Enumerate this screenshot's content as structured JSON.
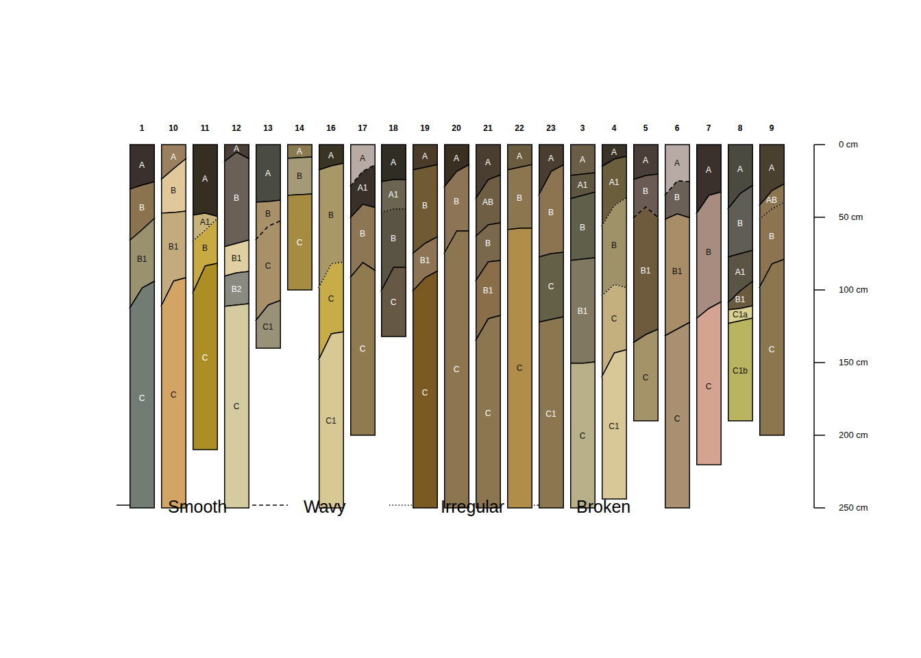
{
  "diagram": {
    "nodes": [
      {
        "text": [
          "1"
        ]
      },
      {
        "text": [
          "A"
        ],
        "in": 0
      },
      {
        "text": [
          "B"
        ],
        "in": 0
      },
      {
        "text": [
          "B1"
        ],
        "in": 0
      },
      {
        "text": [
          "C"
        ],
        "in": 0
      },
      {
        "text": [
          "10"
        ]
      },
      {
        "text": [
          "A"
        ],
        "in": 5
      },
      {
        "text": [
          "B"
        ],
        "in": 5
      },
      {
        "text": [
          "B1"
        ],
        "in": 5
      },
      {
        "text": [
          "C"
        ],
        "in": 5
      },
      {
        "text": [
          "11"
        ]
      },
      {
        "text": [
          "A"
        ],
        "in": 10
      },
      {
        "text": [
          "A1"
        ],
        "in": 10
      },
      {
        "text": [
          "B"
        ],
        "in": 10
      },
      {
        "text": [
          "C"
        ],
        "in": 10
      },
      {
        "text": [
          "12"
        ]
      },
      {
        "text": [
          "A"
        ],
        "in": 15
      },
      {
        "text": [
          "B"
        ],
        "in": 15
      },
      {
        "text": [
          "B1"
        ],
        "in": 15
      },
      {
        "text": [
          "B2"
        ],
        "in": 15
      },
      {
        "text": [
          "C"
        ],
        "in": 15
      },
      {
        "text": [
          "13"
        ]
      },
      {
        "text": [
          "A"
        ],
        "in": 21
      },
      {
        "text": [
          "B"
        ],
        "in": 21
      },
      {
        "text": [
          "C"
        ],
        "in": 21
      },
      {
        "text": [
          "C1"
        ],
        "in": 21
      },
      {
        "text": [
          "14"
        ]
      },
      {
        "text": [
          "A"
        ],
        "in": 26
      },
      {
        "text": [
          "B"
        ],
        "in": 26
      },
      {
        "text": [
          "C"
        ],
        "in": 26
      },
      {
        "text": [
          "16"
        ]
      },
      {
        "text": [
          "A"
        ],
        "in": 30
      },
      {
        "text": [
          "B"
        ],
        "in": 30
      },
      {
        "text": [
          "C"
        ],
        "in": 30
      },
      {
        "text": [
          "C1"
        ],
        "in": 30
      },
      {
        "text": [
          "17"
        ]
      },
      {
        "text": [
          "A"
        ],
        "in": 35
      },
      {
        "text": [
          "A1"
        ],
        "in": 35
      },
      {
        "text": [
          "B"
        ],
        "in": 35
      },
      {
        "text": [
          "C"
        ],
        "in": 35
      },
      {
        "text": [
          "18"
        ]
      },
      {
        "text": [
          "A"
        ],
        "in": 40
      },
      {
        "text": [
          "A1"
        ],
        "in": 40
      },
      {
        "text": [
          "B"
        ],
        "in": 40
      },
      {
        "text": [
          "C"
        ],
        "in": 40
      },
      {
        "text": [
          "19"
        ]
      },
      {
        "text": [
          "A"
        ],
        "in": 45
      },
      {
        "text": [
          "B"
        ],
        "in": 45
      },
      {
        "text": [
          "B1"
        ],
        "in": 45
      },
      {
        "text": [
          "C"
        ],
        "in": 45
      },
      {
        "text": [
          "20"
        ]
      },
      {
        "text": [
          "A"
        ],
        "in": 50
      },
      {
        "text": [
          "B"
        ],
        "in": 50
      },
      {
        "text": [
          "C"
        ],
        "in": 50
      },
      {
        "text": [
          "21"
        ]
      },
      {
        "text": [
          "A"
        ],
        "in": 54
      },
      {
        "text": [
          "AB"
        ],
        "in": 54
      },
      {
        "text": [
          "B"
        ],
        "in": 54
      },
      {
        "text": [
          "B1"
        ],
        "in": 54
      },
      {
        "text": [
          "C"
        ],
        "in": 54
      },
      {
        "text": [
          "22"
        ]
      },
      {
        "text": [
          "A"
        ],
        "in": 60
      },
      {
        "text": [
          "B"
        ],
        "in": 60
      },
      {
        "text": [
          "C"
        ],
        "in": 60
      },
      {
        "text": [
          "23"
        ]
      },
      {
        "text": [
          "A"
        ],
        "in": 64
      },
      {
        "text": [
          "B"
        ],
        "in": 64
      },
      {
        "text": [
          "C"
        ],
        "in": 64
      },
      {
        "text": [
          "C1"
        ],
        "in": 64
      },
      {
        "text": [
          "3"
        ]
      },
      {
        "text": [
          "A"
        ],
        "in": 69
      },
      {
        "text": [
          "A1"
        ],
        "in": 69
      },
      {
        "text": [
          "B"
        ],
        "in": 69
      },
      {
        "text": [
          "B1"
        ],
        "in": 69
      },
      {
        "text": [
          "C"
        ],
        "in": 69
      },
      {
        "text": [
          "4"
        ]
      },
      {
        "text": [
          "A"
        ],
        "in": 75
      },
      {
        "text": [
          "A1"
        ],
        "in": 75
      },
      {
        "text": [
          "B"
        ],
        "in": 75
      },
      {
        "text": [
          "C"
        ],
        "in": 75
      },
      {
        "text": [
          "C1"
        ],
        "in": 75
      },
      {
        "text": [
          "5"
        ]
      },
      {
        "text": [
          "A"
        ],
        "in": 81
      },
      {
        "text": [
          "B"
        ],
        "in": 81
      },
      {
        "text": [
          "B1"
        ],
        "in": 81
      },
      {
        "text": [
          "C"
        ],
        "in": 81
      },
      {
        "text": [
          "6"
        ]
      },
      {
        "text": [
          "A"
        ],
        "in": 86
      },
      {
        "text": [
          "B"
        ],
        "in": 86
      },
      {
        "text": [
          "B1"
        ],
        "in": 86
      },
      {
        "text": [
          "C"
        ],
        "in": 86
      },
      {
        "text": [
          "7"
        ]
      },
      {
        "text": [
          "A"
        ],
        "in": 91
      },
      {
        "text": [
          "B"
        ],
        "in": 91
      },
      {
        "text": [
          "C"
        ],
        "in": 91
      },
      {
        "text": [
          "8"
        ]
      },
      {
        "text": [
          "A"
        ],
        "in": 95
      },
      {
        "text": [
          "B"
        ],
        "in": 95
      },
      {
        "text": [
          "A1"
        ],
        "in": 95
      },
      {
        "text": [
          "B1"
        ],
        "in": 95
      },
      {
        "text": [
          "C1a"
        ],
        "in": 95
      },
      {
        "text": [
          "C1b"
        ],
        "in": 95
      },
      {
        "text": [
          "9"
        ]
      },
      {
        "text": [
          "A"
        ],
        "in": 102
      },
      {
        "text": [
          "AB"
        ],
        "in": 102
      },
      {
        "text": [
          "B"
        ],
        "in": 102
      },
      {
        "text": [
          "C"
        ],
        "in": 102
      }
    ],
    "labels": [
      "0 cm",
      "50 cm",
      "100 cm",
      "150 cm",
      "200 cm",
      "250 cm"
    ],
    "legend": [
      {
        "text": "Smooth"
      },
      {
        "text": "Wavy"
      },
      {
        "text": "Irregular"
      },
      {
        "text": "Broken"
      }
    ]
  }
}
